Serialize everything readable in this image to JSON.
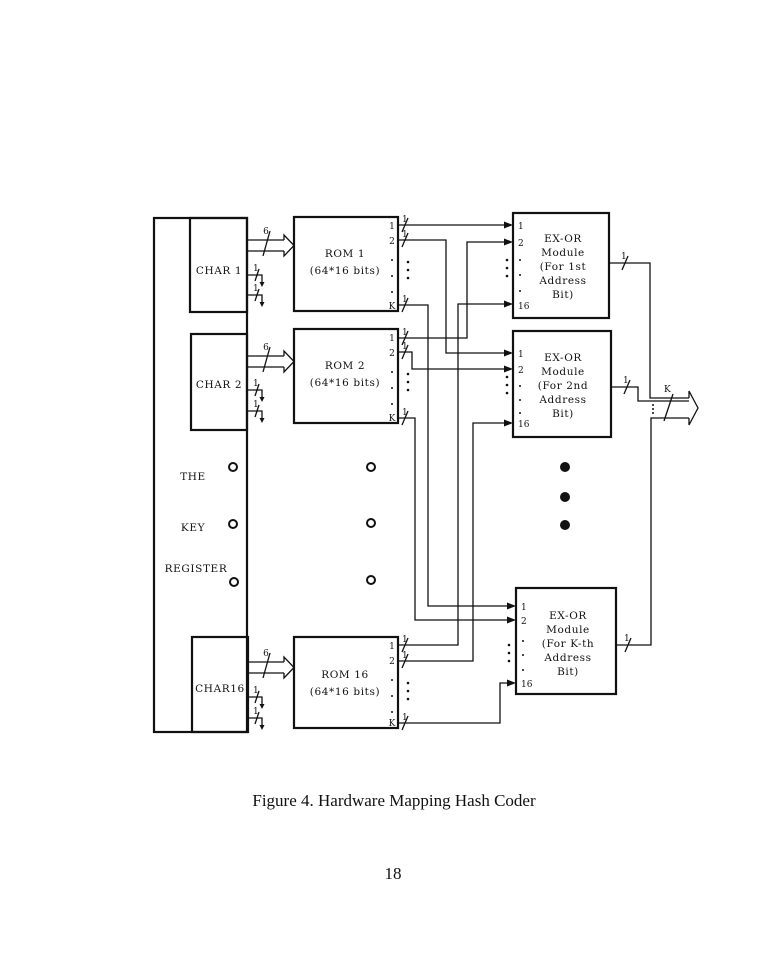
{
  "diagram": {
    "key_register": {
      "title_lines": [
        "THE",
        "KEY",
        "REGISTER"
      ],
      "chars": [
        {
          "label": "CHAR 1"
        },
        {
          "label": "CHAR 2"
        },
        {
          "label": "CHAR16"
        }
      ]
    },
    "bus_widths": {
      "char_to_rom": "6",
      "single_bit": "1",
      "output_bus": "K"
    },
    "roms": [
      {
        "name": "ROM 1",
        "capacity": "(64*16 bits)",
        "output_labels": [
          "1",
          "2",
          "K"
        ]
      },
      {
        "name": "ROM 2",
        "capacity": "(64*16 bits)",
        "output_labels": [
          "1",
          "2",
          "K"
        ]
      },
      {
        "name": "ROM 16",
        "capacity": "(64*16 bits)",
        "output_labels": [
          "1",
          "2",
          "K"
        ]
      }
    ],
    "exor_modules": [
      {
        "lines": [
          "EX-OR",
          "Module",
          "(For 1st",
          "Address",
          "Bit)"
        ],
        "input_labels": [
          "1",
          "2",
          "16"
        ]
      },
      {
        "lines": [
          "EX-OR",
          "Module",
          "(For 2nd",
          "Address",
          "Bit)"
        ],
        "input_labels": [
          "1",
          "2",
          "16"
        ]
      },
      {
        "lines": [
          "EX-OR",
          "Module",
          "(For K-th",
          "Address",
          "Bit)"
        ],
        "input_labels": [
          "1",
          "2",
          "16"
        ]
      }
    ]
  },
  "page": {
    "caption": "Figure 4. Hardware Mapping Hash Coder",
    "page_number": "18"
  }
}
